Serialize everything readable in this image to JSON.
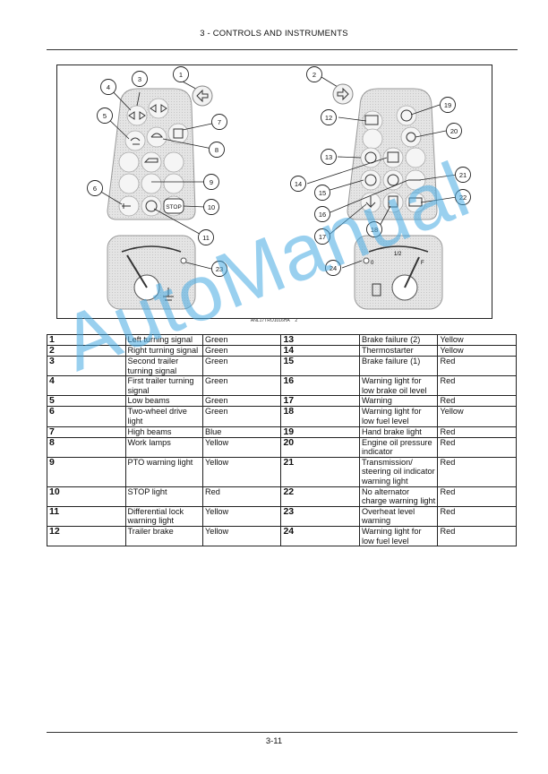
{
  "header": {
    "title": "3 - CONTROLS AND INSTRUMENTS"
  },
  "figure": {
    "code": "ANL17TRO1016HA",
    "number": "2",
    "callouts": [
      "1",
      "2",
      "3",
      "4",
      "5",
      "6",
      "7",
      "8",
      "9",
      "10",
      "11",
      "12",
      "13",
      "14",
      "15",
      "16",
      "17",
      "18",
      "19",
      "20",
      "21",
      "22",
      "23",
      "24"
    ],
    "gauge_fuel_marks": [
      "0",
      "1/2",
      "F"
    ],
    "button_stop": "STOP"
  },
  "table": {
    "rows": [
      {
        "n1": "1",
        "d1": "Left turning signal",
        "c1": "Green",
        "n2": "13",
        "d2": "Brake failure (2)",
        "c2": "Yellow"
      },
      {
        "n1": "2",
        "d1": "Right turning signal",
        "c1": "Green",
        "n2": "14",
        "d2": "Thermostarter",
        "c2": "Yellow"
      },
      {
        "n1": "3",
        "d1": "Second trailer turning signal",
        "c1": "Green",
        "n2": "15",
        "d2": "Brake failure (1)",
        "c2": "Red"
      },
      {
        "n1": "4",
        "d1": "First trailer turning signal",
        "c1": "Green",
        "n2": "16",
        "d2": "Warning light for low brake oil level",
        "c2": "Red"
      },
      {
        "n1": "5",
        "d1": "Low beams",
        "c1": "Green",
        "n2": "17",
        "d2": "Warning",
        "c2": "Red"
      },
      {
        "n1": "6",
        "d1": "Two-wheel drive light",
        "c1": "Green",
        "n2": "18",
        "d2": "Warning light for low fuel level",
        "c2": "Yellow"
      },
      {
        "n1": "7",
        "d1": "High beams",
        "c1": "Blue",
        "n2": "19",
        "d2": "Hand brake light",
        "c2": "Red"
      },
      {
        "n1": "8",
        "d1": "Work lamps",
        "c1": "Yellow",
        "n2": "20",
        "d2": "Engine oil pressure indicator",
        "c2": "Red"
      },
      {
        "n1": "9",
        "d1": "PTO warning light",
        "c1": "Yellow",
        "n2": "21",
        "d2": "Transmission/ steering oil indicator warning light",
        "c2": "Red"
      },
      {
        "n1": "10",
        "d1": "STOP light",
        "c1": "Red",
        "n2": "22",
        "d2": "No alternator charge warning light",
        "c2": "Red"
      },
      {
        "n1": "11",
        "d1": "Differential lock warning light",
        "c1": "Yellow",
        "n2": "23",
        "d2": "Overheat level warning",
        "c2": "Red"
      },
      {
        "n1": "12",
        "d1": "Trailer brake",
        "c1": "Yellow",
        "n2": "24",
        "d2": "Warning light for low fuel level",
        "c2": "Red"
      }
    ]
  },
  "watermark": "AutoManual",
  "footer": {
    "page": "3-11"
  }
}
